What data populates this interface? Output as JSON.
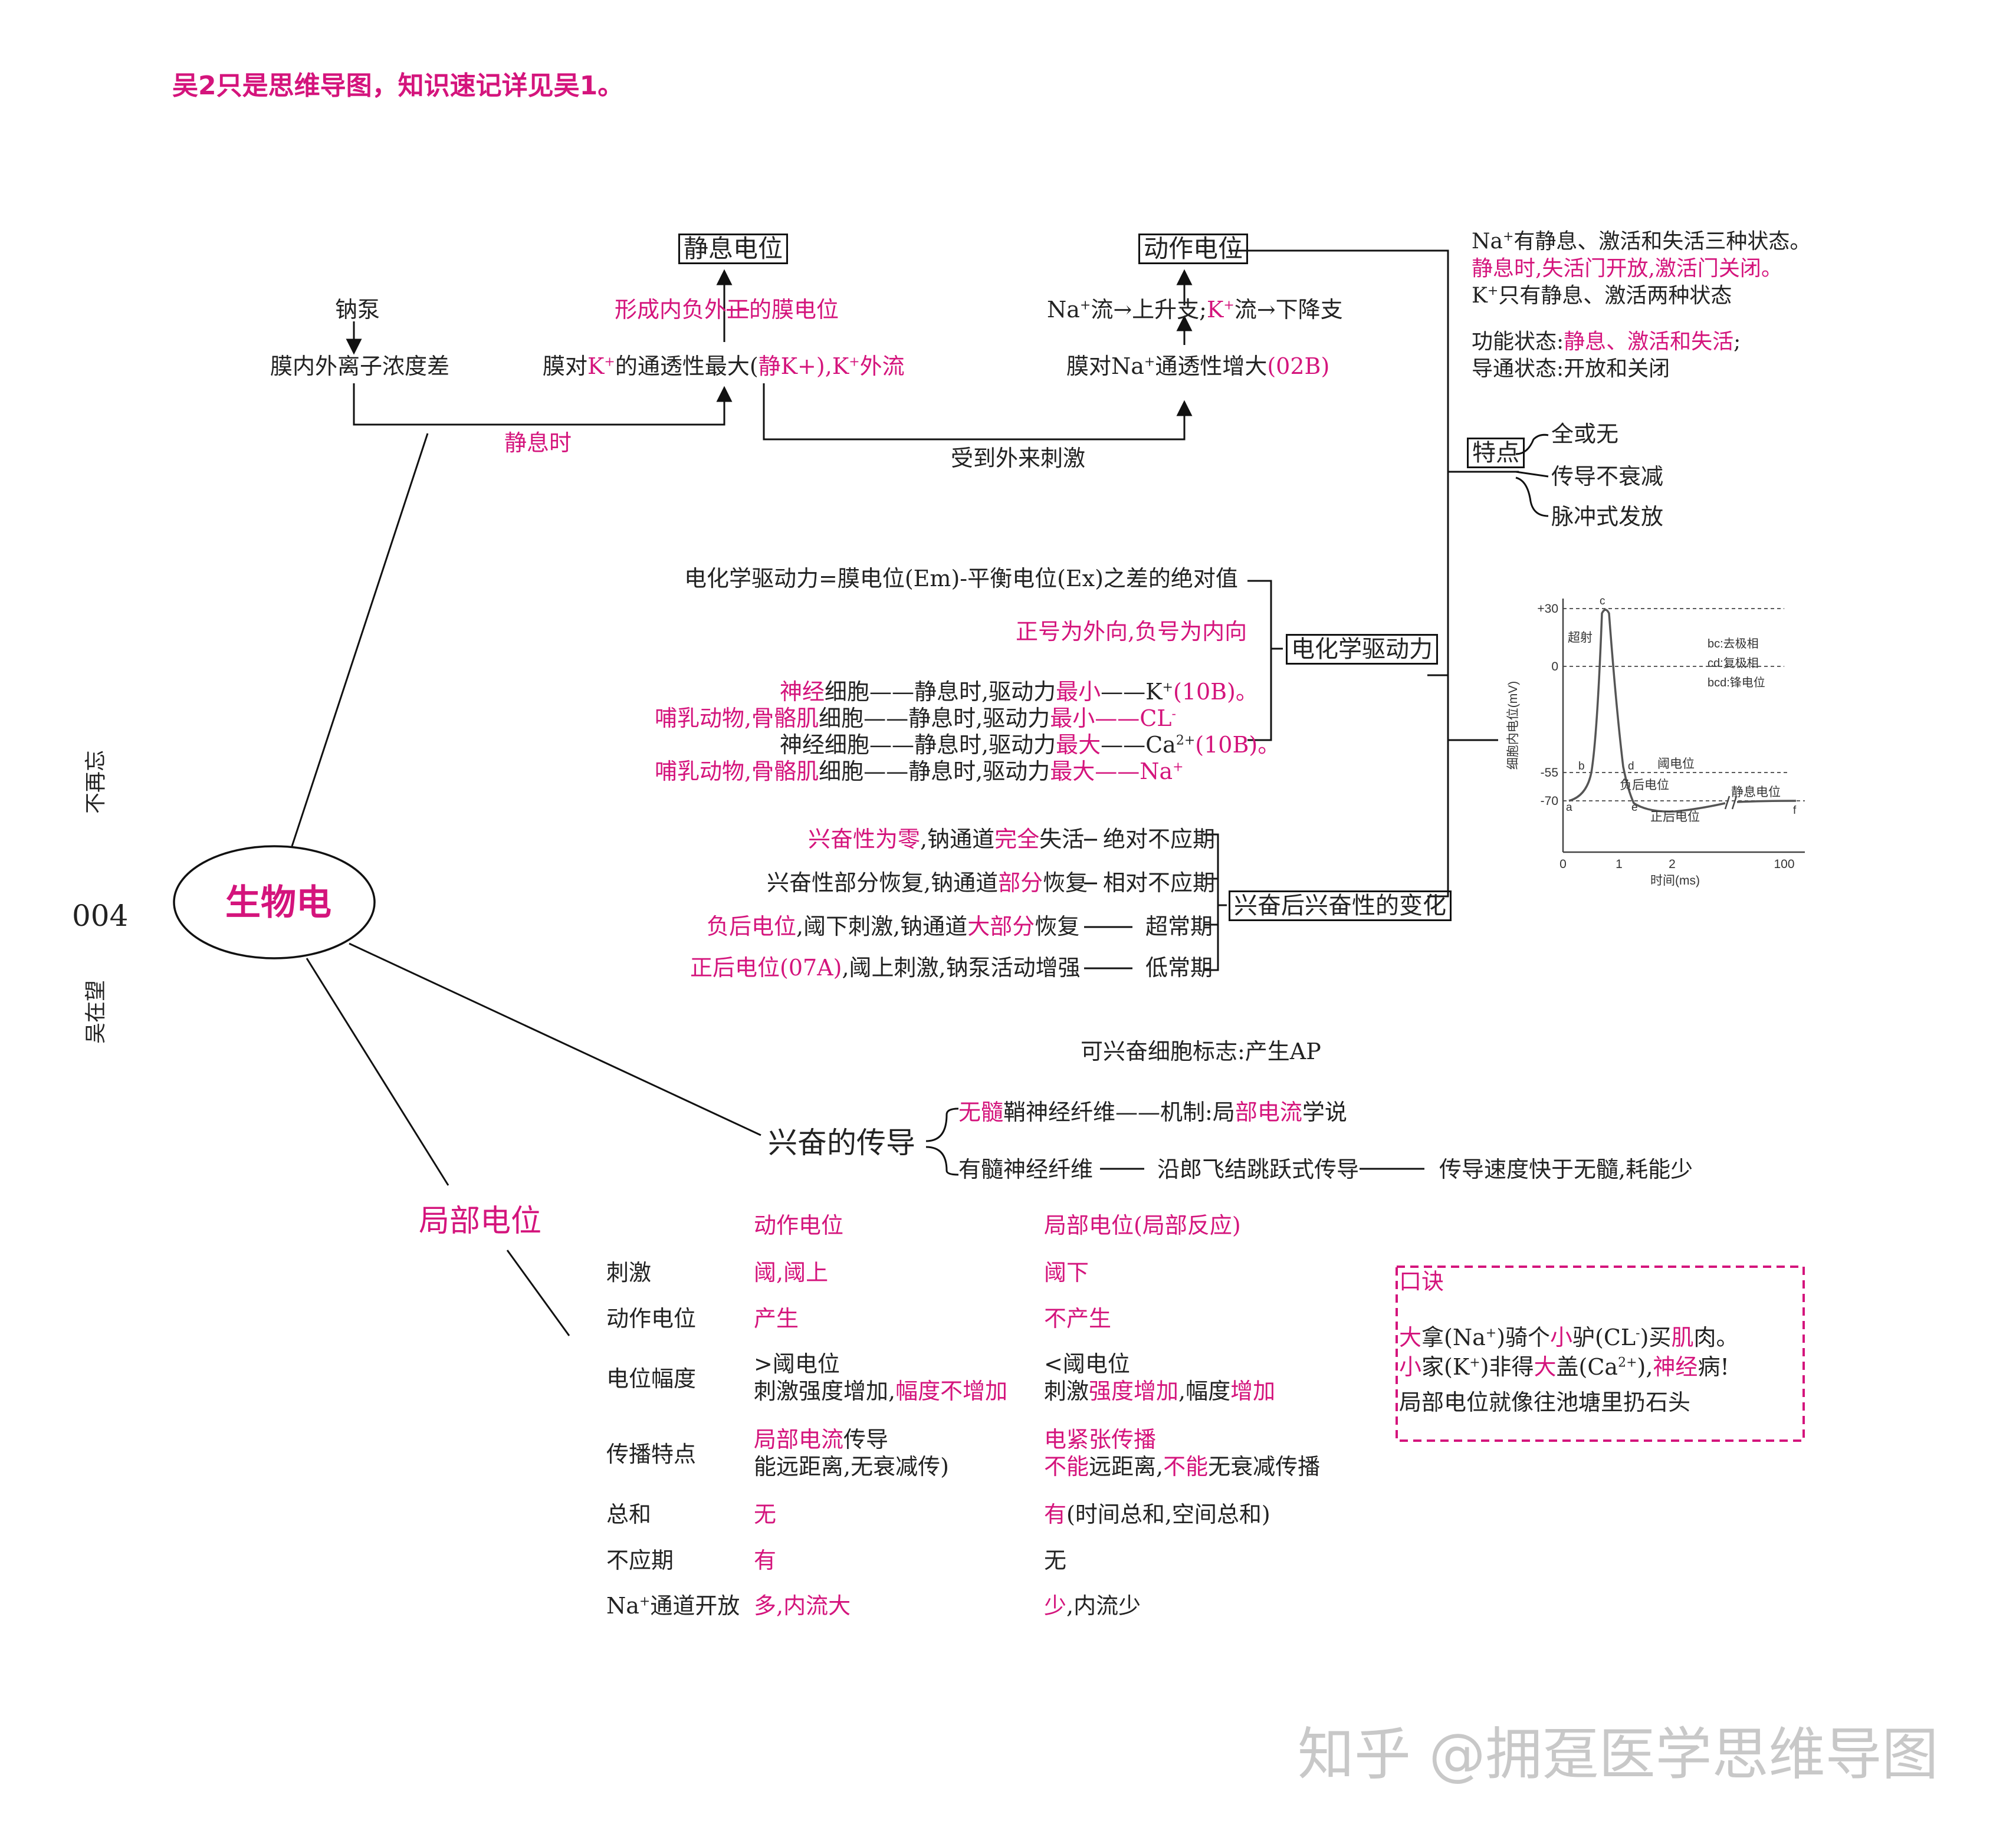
{
  "colors": {
    "accent": "#d4147c",
    "text": "#222222",
    "line": "#111111",
    "watermark": "#c8c8c8"
  },
  "header": {
    "note": "吴2只是思维导图，知识速记详见吴1。"
  },
  "side": {
    "top": "不再忘",
    "page": "004",
    "bottom": "吴在望"
  },
  "center": {
    "label": "生物电"
  },
  "resting": {
    "title": "静息电位",
    "pump": "钠泵",
    "gradient": "膜内外离子浓度差",
    "form_pre": "形成内负外",
    "form_em": "正",
    "form_post": "的膜电位",
    "perm_a": "膜对",
    "perm_k": "K",
    "perm_sup": "+",
    "perm_b": "的通透性最大(",
    "perm_c": "静K+),",
    "perm_d": "K",
    "perm_e": "+",
    "perm_f": "外流",
    "when": "静息时"
  },
  "action": {
    "title": "动作电位",
    "flow_a": "Na",
    "flow_b": "+",
    "flow_c": "流→上升支;",
    "flow_d": "K",
    "flow_e": "+",
    "flow_f": "流→下降支",
    "perm_a": "膜对Na",
    "perm_b": "+",
    "perm_c": "通透性增大",
    "perm_d": "(02B)",
    "stimulus": "受到外来刺激"
  },
  "na_states": {
    "l1_a": "Na",
    "l1_b": "+",
    "l1_c": "有静息、激活和失活三种状态。",
    "l2": "静息时,失活门开放,激活门关闭。",
    "l3_a": "K",
    "l3_b": "+",
    "l3_c": "只有静息、激活两种状态",
    "l4_a": "功能状态:",
    "l4_b": "静息、激活和失活",
    ";": ";",
    "l5": "导通状态:开放和关闭"
  },
  "features": {
    "title": "特点",
    "items": [
      "全或无",
      "传导不衰减",
      "脉冲式发放"
    ]
  },
  "ec": {
    "title": "电化学驱动力",
    "def": "电化学驱动力=膜电位(Em)-平衡电位(Ex)之差的绝对值",
    "sign": "正号为外向,负号为内向",
    "r1": {
      "a": "神经",
      "b": "细胞——静息时,驱动力",
      "c": "最小",
      "d": "——K",
      "e": "+",
      "f": "(10B)。"
    },
    "r2": {
      "a": "哺乳动物,骨骼肌",
      "b": "细胞——静息时,驱动力",
      "c": "最小",
      "d": "——CL",
      "e": "-"
    },
    "r3": {
      "a": "神经细胞——静息时,驱动力",
      "c": "最大",
      "d": "——Ca",
      "e": "2+",
      "f": "(10B)。"
    },
    "r4": {
      "a": "哺乳动物,骨骼肌",
      "b": "细胞——静息时,驱动力",
      "c": "最大",
      "d": "——Na",
      "e": "+"
    }
  },
  "excit": {
    "title": "兴奋后兴奋性的变化",
    "r1": {
      "a": "兴奋性为零",
      "b": ",钠通道",
      "c": "完全",
      "d": "失活",
      "period": "绝对不应期"
    },
    "r2": {
      "a": "兴奋性部分恢复,钠通道",
      "c": "部分",
      "d": "恢复",
      "period": "相对不应期"
    },
    "r3": {
      "a": "负后电位",
      "b": ",阈下刺激,钠通道",
      "c": "大部分",
      "d": "恢复",
      "period": "超常期"
    },
    "r4": {
      "a": "正后电位(07A)",
      "b": ",阈上刺激,钠泵活动增强",
      "period": "低常期"
    }
  },
  "conduction": {
    "marker": "可兴奋细胞标志:产生AP",
    "title": "兴奋的传导",
    "u_a": "无髓",
    "u_b": "鞘神经纤维——",
    "u_c": "机制:局",
    "u_d": "部电流",
    "u_e": "学说",
    "m_a": "有髓神经纤维",
    "m_b": "沿郎飞结跳跃式传导",
    "m_c": "传导速度快于无髓,耗能少"
  },
  "local": {
    "title": "局部电位",
    "col1": "动作电位",
    "col2": "局部电位(局部反应)",
    "rows": [
      {
        "label": "刺激",
        "a": "阈,阈上",
        "b": "阈下"
      },
      {
        "label": "动作电位",
        "a": "产生",
        "b": "不产生"
      },
      {
        "label": "电位幅度",
        "a1": ">阈电位",
        "a2a": "刺激强度增加,",
        "a2b": "幅度不增加",
        "b1": "<阈电位",
        "b2a": "刺激",
        "b2b": "强度增加",
        ",": ",",
        "b2c": "幅度",
        "b2d": "增加"
      },
      {
        "label": "传播特点",
        "a1a": "局部电流",
        "a1b": "传导",
        "a2": "能远距离,无衰减传)",
        "b1": "电紧张传播",
        "b2a": "不能",
        "b2b": "远距离,",
        "b2c": "不能",
        "b2d": "无衰减传播"
      },
      {
        "label": "总和",
        "a": "无",
        "b1": "有",
        "b2": "(时间总和,空间总和)"
      },
      {
        "label": "不应期",
        "a": "有",
        "b": "无"
      },
      {
        "label_a": "Na",
        "label_b": "+",
        "label_c": "通道开放",
        "a1": "多",
        "a2": ",内流",
        "a3": "大",
        "b1": "少",
        "b2": ",内流少"
      }
    ]
  },
  "mnemonic": {
    "title": "口诀",
    "l1": {
      "a": "大",
      "b": "拿(Na",
      "c": "+",
      "d": ")骑个",
      "e": "小",
      "f": "驴(CL",
      "g": "-",
      "h": ")买",
      "i": "肌",
      "j": "肉。"
    },
    "l2": {
      "a": "小",
      "b": "家(K",
      "c": "+",
      "d": ")非得",
      "e": "大",
      "f": "盖(Ca",
      "g": "2+",
      "h": "),",
      "i": "神经",
      "j": "病!"
    },
    "l3": "局部电位就像往池塘里扔石头"
  },
  "ap_chart": {
    "ylabel": "细胞内电位(mV)",
    "xlabel": "时间(ms)",
    "yticks": [
      "+30",
      "0",
      "-55",
      "-70"
    ],
    "xticks": [
      "0",
      "1",
      "2",
      "100"
    ],
    "legend": [
      "bc:去极相",
      "cd:复极相",
      "bcd:锋电位"
    ],
    "annotations": {
      "overshoot": "超射",
      "threshold": "阈电位",
      "neg_after": "负后电位",
      "pos_after": "正后电位",
      "resting": "静息电位"
    },
    "points": [
      "a",
      "b",
      "c",
      "d",
      "e",
      "f"
    ]
  },
  "watermark": "知乎 @拥趸医学思维导图"
}
